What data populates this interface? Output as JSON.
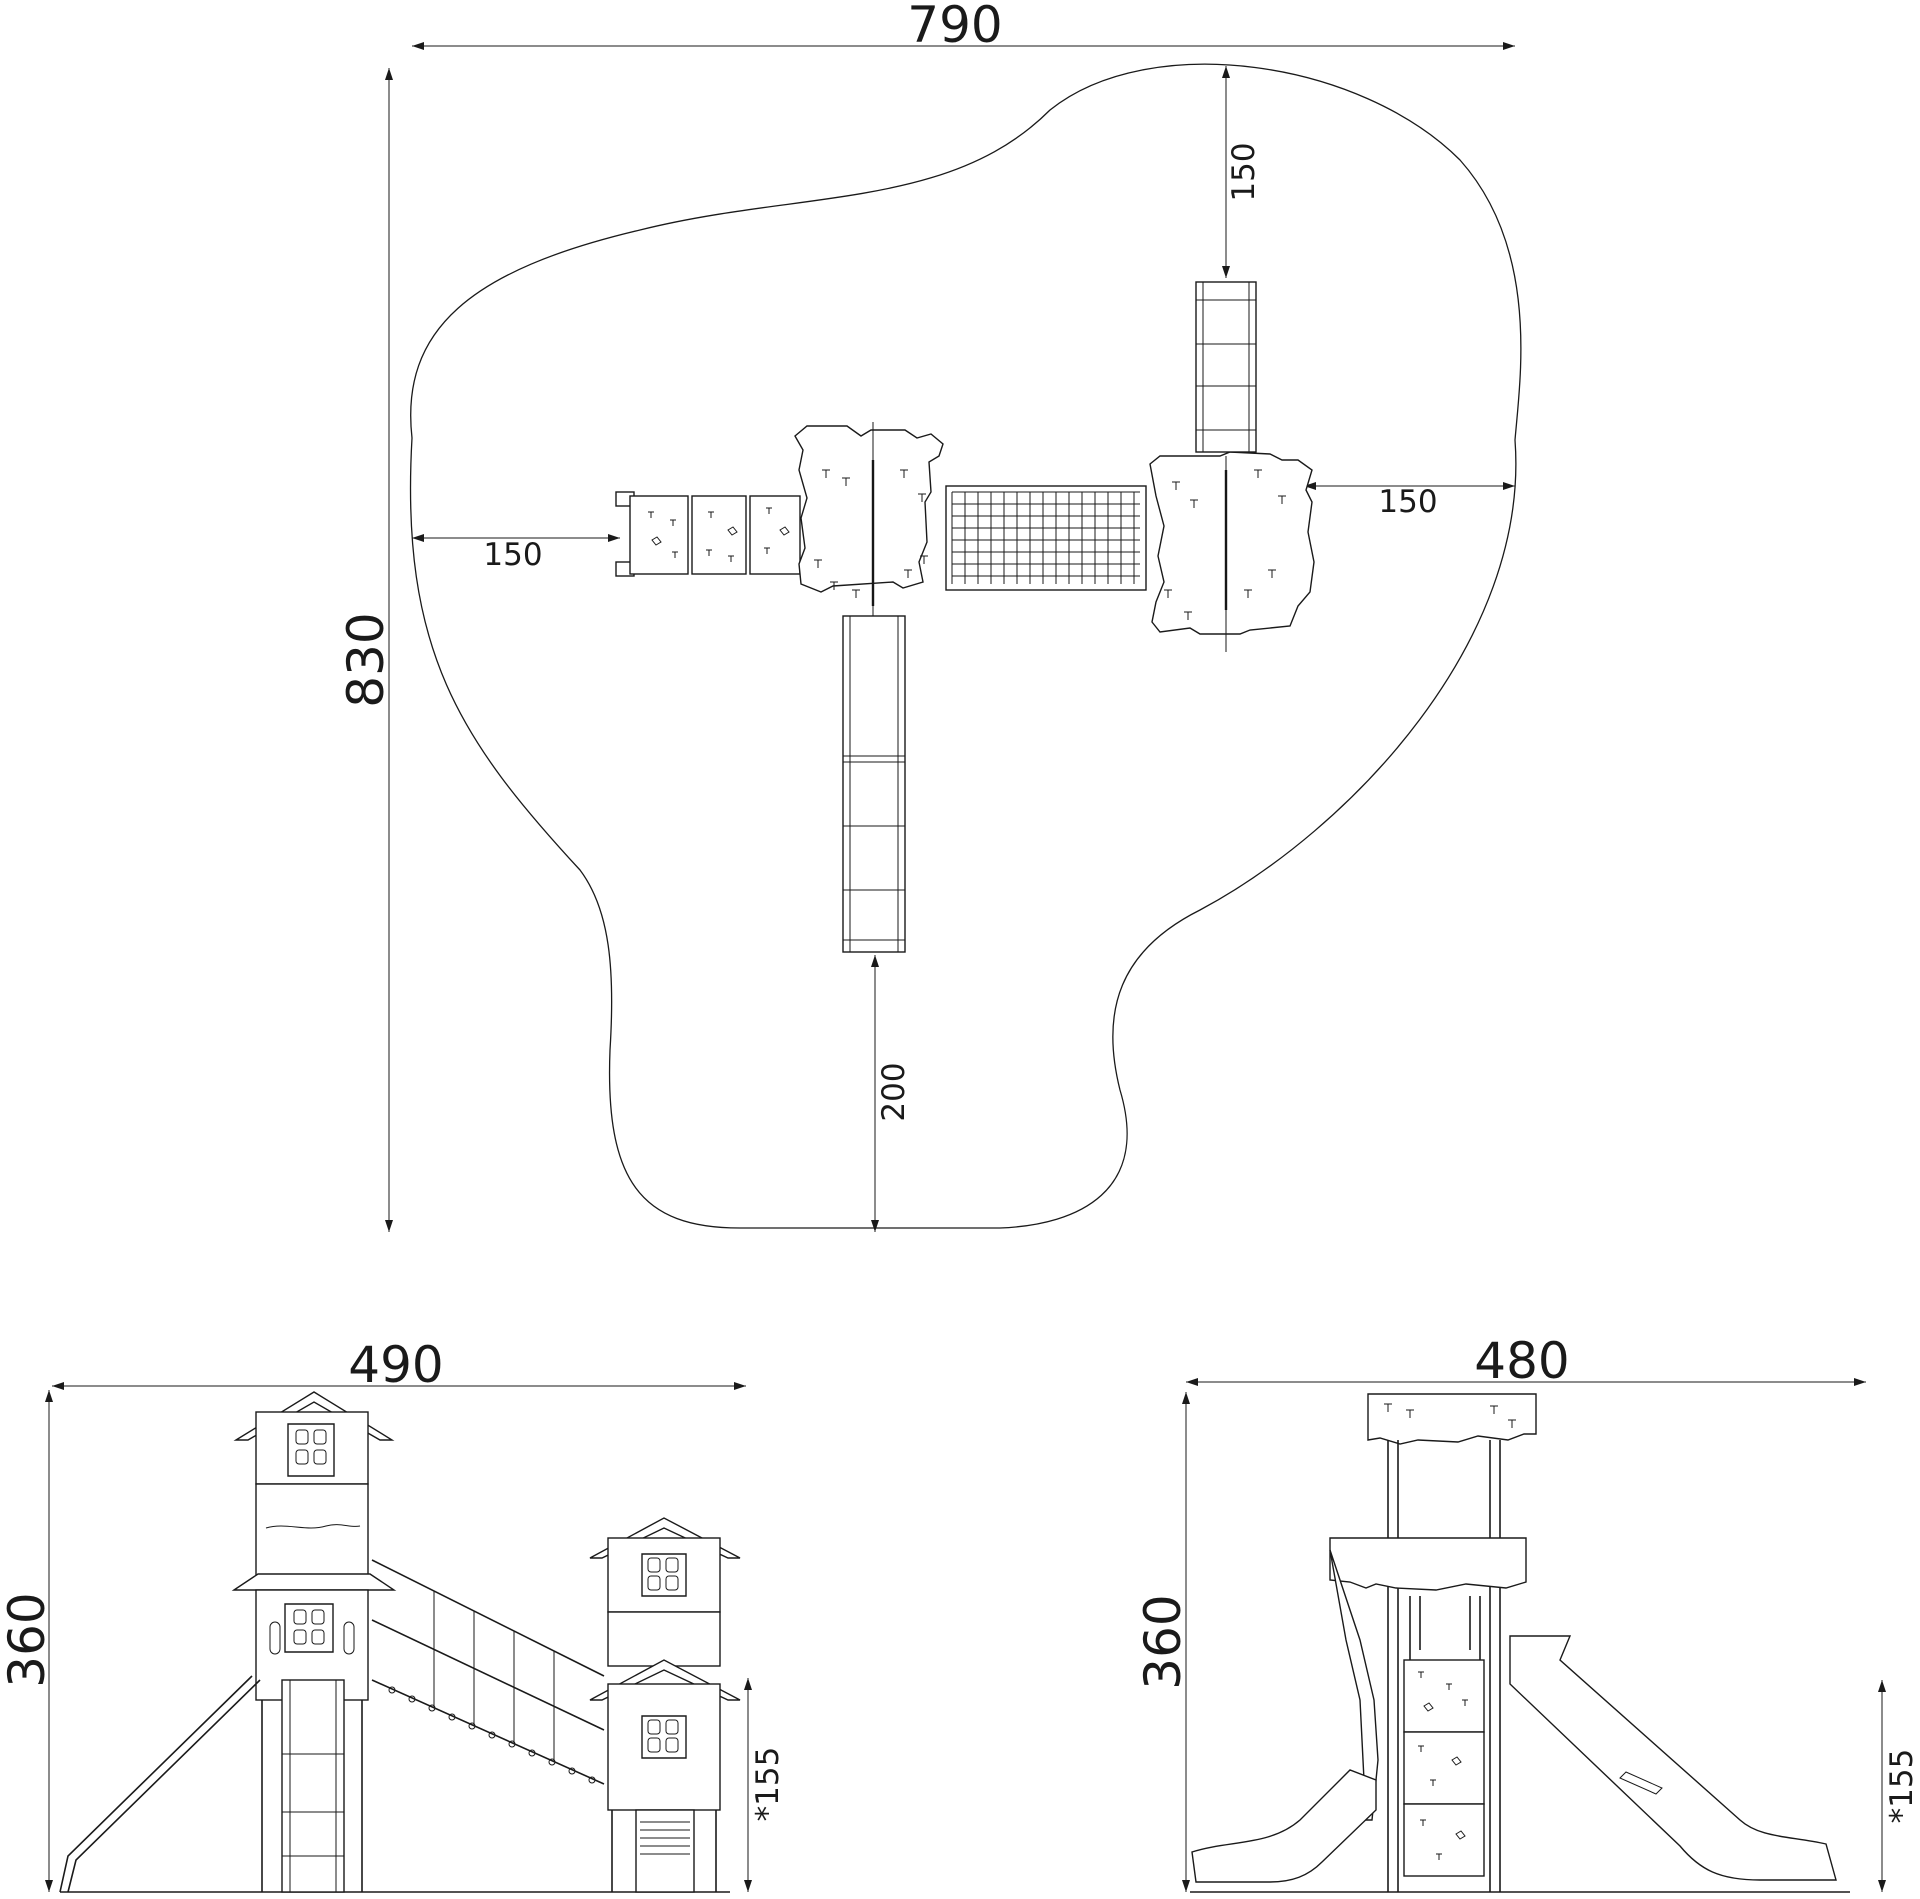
{
  "plan": {
    "width_label": "790",
    "depth_label": "830",
    "left_clearance": "150",
    "top_clearance": "150",
    "right_clearance": "150",
    "bottom_clearance": "200"
  },
  "front_view": {
    "width_label": "490",
    "height_label": "360",
    "platform_label": "*155"
  },
  "side_view": {
    "width_label": "480",
    "height_label": "360",
    "platform_label": "*155"
  }
}
